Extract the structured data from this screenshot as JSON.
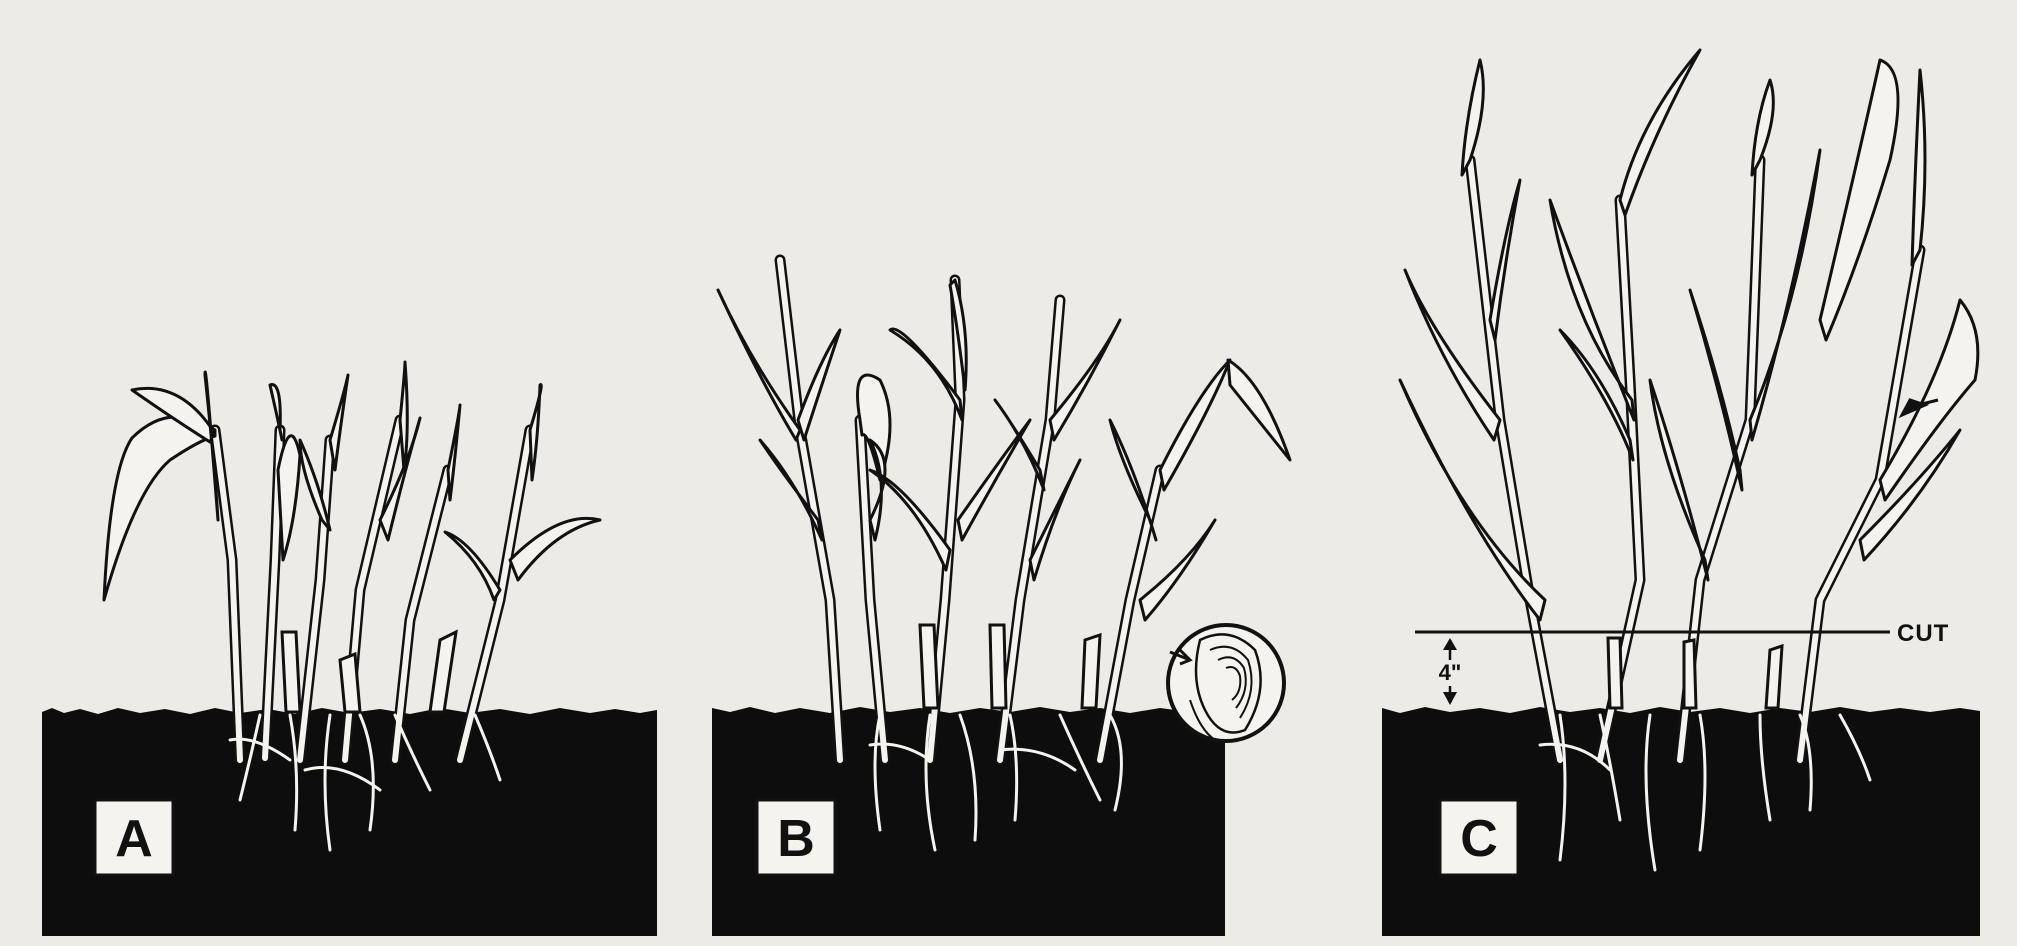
{
  "figure": {
    "panels": [
      {
        "id": "A",
        "label": "A"
      },
      {
        "id": "B",
        "label": "B"
      },
      {
        "id": "C",
        "label": "C"
      }
    ],
    "cut_label": "CUT",
    "height_label": "4\""
  },
  "colors": {
    "background": "#ecebe7",
    "soil": "#0d0d0d",
    "plant_fill": "#f4f3ef",
    "ink": "#111111"
  }
}
